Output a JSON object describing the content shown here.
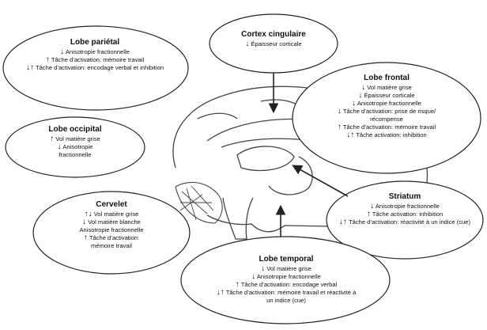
{
  "regions": {
    "parietal": {
      "title": "Lobe pariétal",
      "items": [
        {
          "arrows": "↓",
          "text": "Anisotropie fractionnelle"
        },
        {
          "arrows": "↑",
          "text": "Tâche d’activation: mémoire travail"
        },
        {
          "arrows": "↓↑",
          "text": "Tâche d’activation: encodage verbal et inhibition"
        }
      ]
    },
    "cingulaire": {
      "title": "Cortex cingulaire",
      "items": [
        {
          "arrows": "↓",
          "text": "Épaisseur corticale"
        }
      ]
    },
    "occipital": {
      "title": "Lobe occipital",
      "items": [
        {
          "arrows": "↑",
          "text": "Vol matière grise"
        },
        {
          "arrows": "↓",
          "text": "Anisotropie fractionnelle"
        }
      ]
    },
    "frontal": {
      "title": "Lobe frontal",
      "items": [
        {
          "arrows": "↓",
          "text": "Vol matière grise"
        },
        {
          "arrows": "↓",
          "text": "Épaisseur corticale"
        },
        {
          "arrows": "↓",
          "text": "Anisotropie fractionnelle"
        },
        {
          "arrows": "↓",
          "text": "Tâche d’activation: prise de risque/ récompense"
        },
        {
          "arrows": "↑",
          "text": "Tâche d’activation: mémoire travail"
        },
        {
          "arrows": "↓↑",
          "text": "Tâche activation: inhibition"
        }
      ]
    },
    "cervelet": {
      "title": "Cervelet",
      "items": [
        {
          "arrows": "↑↓",
          "text": "Vol matière grise"
        },
        {
          "arrows": "↓",
          "text": "Vol matière blanche"
        },
        {
          "arrows": "",
          "text": "Anisotropie fractionnelle"
        },
        {
          "arrows": "↑",
          "text": "Tâche d’activation: mémoire travail"
        }
      ]
    },
    "striatum": {
      "title": "Striatum",
      "items": [
        {
          "arrows": "↓",
          "text": "Anisotropie fractionnelle"
        },
        {
          "arrows": "↑",
          "text": "Tâche activation: inhibition"
        },
        {
          "arrows": "↓↑",
          "text": "Tâche d’activation: réactivité à un indice (cue)"
        }
      ]
    },
    "temporal": {
      "title": "Lobe temporal",
      "items": [
        {
          "arrows": "↓",
          "text": "Vol matière grise"
        },
        {
          "arrows": "↓",
          "text": "Anisotropie fractionnelle"
        },
        {
          "arrows": "↑",
          "text": "Tâche d’activation: encodage verbal"
        },
        {
          "arrows": "↓↑",
          "text": "Tâche d’activation: mémoire travail et réactivité à un indice (cue)"
        }
      ]
    }
  }
}
